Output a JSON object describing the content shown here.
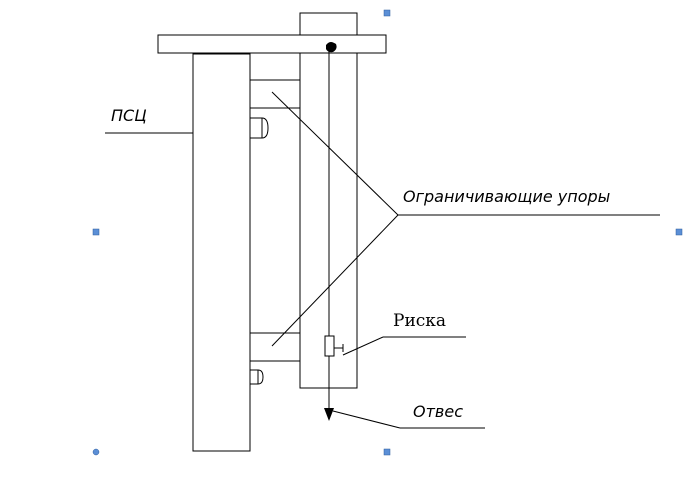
{
  "labels": {
    "psc": "ПСЦ",
    "stops": "Ограничивающие упоры",
    "mark": "Риска",
    "plumb": "Отвес"
  },
  "colors": {
    "line": "#000000",
    "background": "#ffffff",
    "selection_handle": "#5b8fd6"
  }
}
